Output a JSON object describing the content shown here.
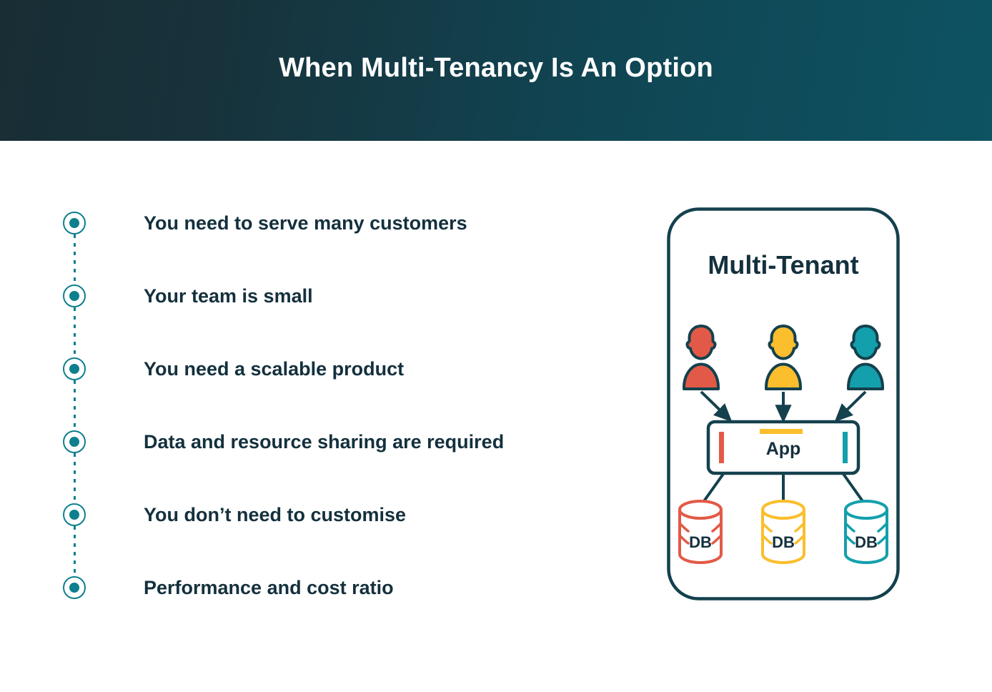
{
  "header": {
    "title": "When Multi-Tenancy Is An Option",
    "gradient_from": "#192d34",
    "gradient_to": "#0d5362",
    "title_color": "#ffffff"
  },
  "checklist": {
    "bullet_color": "#0d7f8d",
    "text_color": "#14303d",
    "items": [
      {
        "label": "You need to serve many customers"
      },
      {
        "label": "Your team is small"
      },
      {
        "label": "You need a scalable product"
      },
      {
        "label": "Data and resource sharing are required"
      },
      {
        "label": "You don’t need to customise"
      },
      {
        "label": "Performance and cost ratio"
      }
    ]
  },
  "diagram": {
    "title": "Multi-Tenant",
    "outline_color": "#14414d",
    "app_box": {
      "label": "App",
      "left_bar_color": "#e25a47",
      "top_bar_color": "#fbbe2c",
      "right_bar_color": "#13a0ac"
    },
    "tenants": [
      {
        "name": "tenant-red",
        "color": "#e25a47"
      },
      {
        "name": "tenant-yellow",
        "color": "#fbbe2c"
      },
      {
        "name": "tenant-teal",
        "color": "#13a0ac"
      }
    ],
    "databases": [
      {
        "label": "DB",
        "color": "#e25a47"
      },
      {
        "label": "DB",
        "color": "#fbbe2c"
      },
      {
        "label": "DB",
        "color": "#13a0ac"
      }
    ]
  }
}
